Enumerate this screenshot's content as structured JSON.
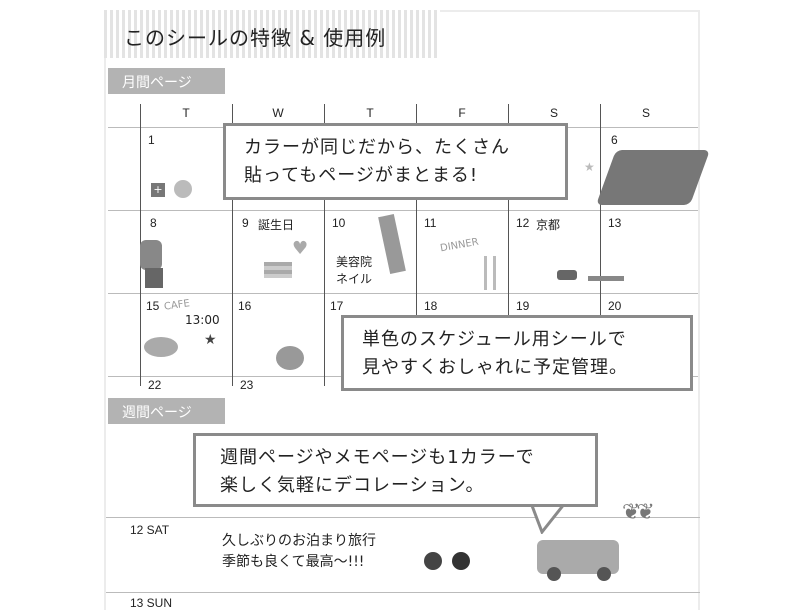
{
  "title": "このシールの特徴 & 使用例",
  "monthly": {
    "label": "月間ページ",
    "weekdays": [
      "T",
      "W",
      "T",
      "F",
      "S",
      "S"
    ],
    "days": [
      "1",
      "6",
      "8",
      "9",
      "10",
      "11",
      "12",
      "13",
      "15",
      "16",
      "17",
      "18",
      "19",
      "20",
      "22",
      "23"
    ],
    "notes": {
      "birthday": "誕生日",
      "salon": "美容院",
      "nail": "ネイル",
      "dinner": "DINNER",
      "kyoto": "京都",
      "cafe": "CAFE",
      "time": "13:00"
    },
    "callout1": [
      "カラーが同じだから、たくさん",
      "貼ってもページがまとまる!"
    ],
    "callout2": [
      "単色のスケジュール用シールで",
      "見やすくおしゃれに予定管理。"
    ]
  },
  "weekly": {
    "label": "週間ページ",
    "callout": [
      "週間ページやメモページも1カラーで",
      "楽しく気軽にデコレーション。"
    ],
    "entries": [
      {
        "day": "12 SAT",
        "lines": [
          "久しぶりのお泊まり旅行",
          "季節も良くて最高〜!!!"
        ]
      },
      {
        "day": "13 SUN"
      }
    ]
  },
  "colors": {
    "sticker_gray": "#8a8a8a",
    "tag": "#b3b3b3"
  }
}
